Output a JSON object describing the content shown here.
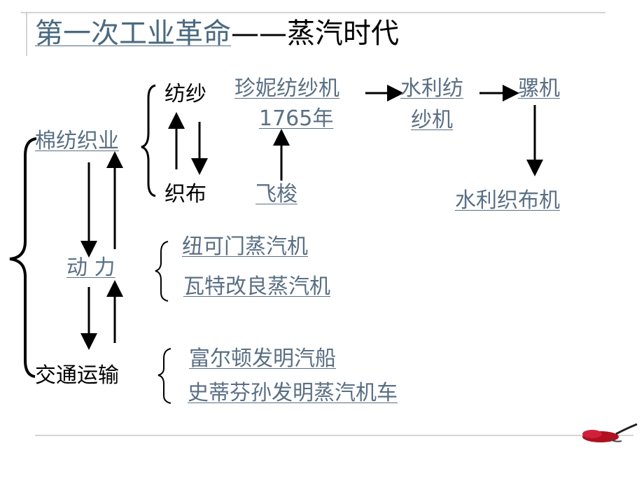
{
  "title": {
    "part1": "第一次工业革命",
    "part2": "——蒸汽时代"
  },
  "nodes": {
    "cotton_textile": "棉纺织业",
    "spinning": "纺纱",
    "weaving": "织布",
    "jenny": "珍妮纺纱机",
    "jenny_year": "1765年",
    "water_frame_1": "水利纺",
    "water_frame_2": "纱机",
    "mule": "骡机",
    "flying_shuttle": "飞梭",
    "power_loom": "水利织布机",
    "power": "动 力",
    "newcomen": "纽可门蒸汽机",
    "watt": "瓦特改良蒸汽机",
    "transport": "交通运输",
    "fulton": "富尔顿发明汽船",
    "stephenson": "史蒂芬孙发明蒸汽机车"
  },
  "colors": {
    "link": "#5a6f84",
    "title_link": "#4a6a80",
    "text": "#000000",
    "decoration": "#b01020"
  }
}
